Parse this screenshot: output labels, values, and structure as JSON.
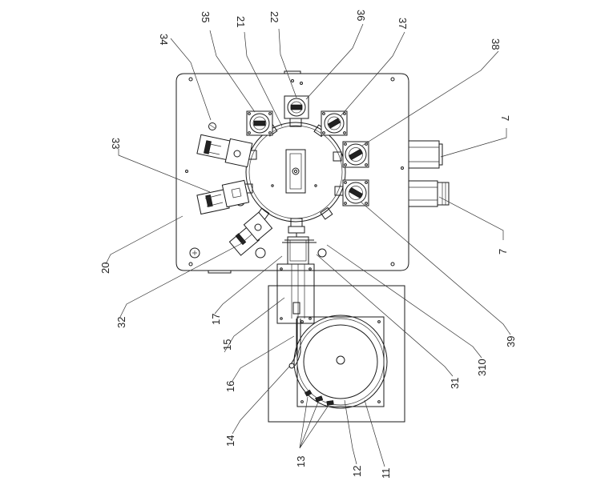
{
  "labels": {
    "l34": "34",
    "l35": "35",
    "l21": "21",
    "l22": "22",
    "l36": "36",
    "l37": "37",
    "l38": "38",
    "l7a": "7",
    "l7b": "7",
    "l33": "33",
    "l20": "20",
    "l32": "32",
    "l17": "17",
    "l15": "15",
    "l16": "16",
    "l14": "14",
    "l13": "13",
    "l12": "12",
    "l11": "11",
    "l31": "31",
    "l310": "310",
    "l39": "39"
  }
}
